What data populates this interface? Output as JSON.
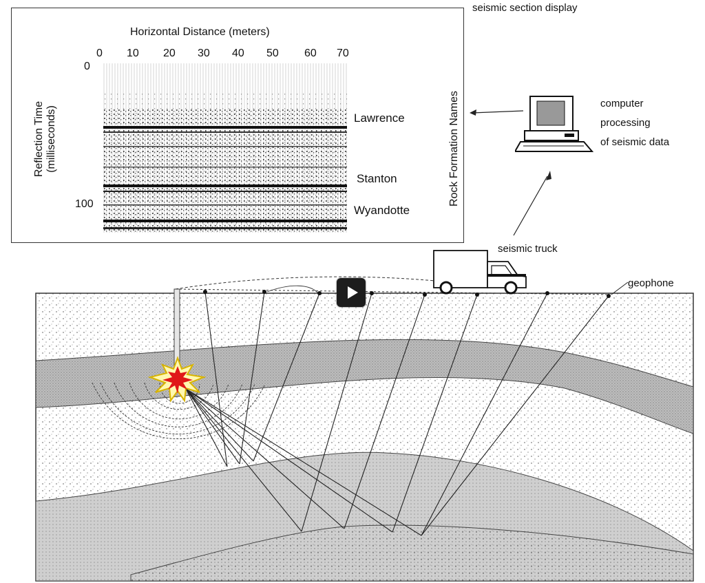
{
  "section_display": {
    "caption": "seismic section display",
    "x_axis_title": "Horizontal Distance (meters)",
    "x_ticks": [
      "0",
      "10",
      "20",
      "30",
      "40",
      "50",
      "60",
      "70"
    ],
    "y_axis_title_line1": "Reflection Time",
    "y_axis_title_line2": "(milliseconds)",
    "y_ticks": [
      "0",
      "100"
    ],
    "right_axis_title": "Rock Formation Names",
    "formations": [
      "Lawrence",
      "Stanton",
      "Wyandotte"
    ]
  },
  "computer": {
    "label_line1": "computer",
    "label_line2": "processing",
    "label_line3": "of seismic data"
  },
  "truck": {
    "label": "seismic truck"
  },
  "geophone": {
    "label": "geophone"
  },
  "media": {
    "play_icon": "play-icon"
  }
}
